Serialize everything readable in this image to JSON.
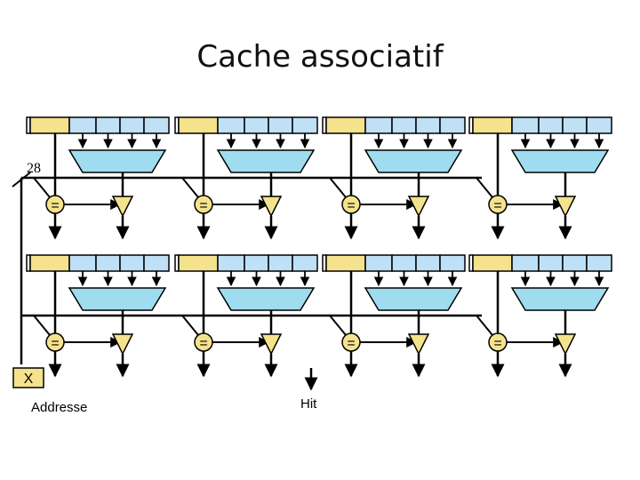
{
  "title": "Cache associatif",
  "labels": {
    "width_label": "28",
    "address_box": "X",
    "address_text": "Addresse",
    "hit_text": "Hit",
    "comparator_symbol": "="
  },
  "colors": {
    "tag_cell": "#f5e28c",
    "data_cell": "#bfe0f5",
    "mux_fill": "#9fdcef",
    "comparator_fill": "#f5e28c",
    "driver_fill": "#f5e28c",
    "wire": "#000000"
  },
  "structure": {
    "rows": 2,
    "blocks_per_row": 4,
    "data_words_per_line": 4
  }
}
